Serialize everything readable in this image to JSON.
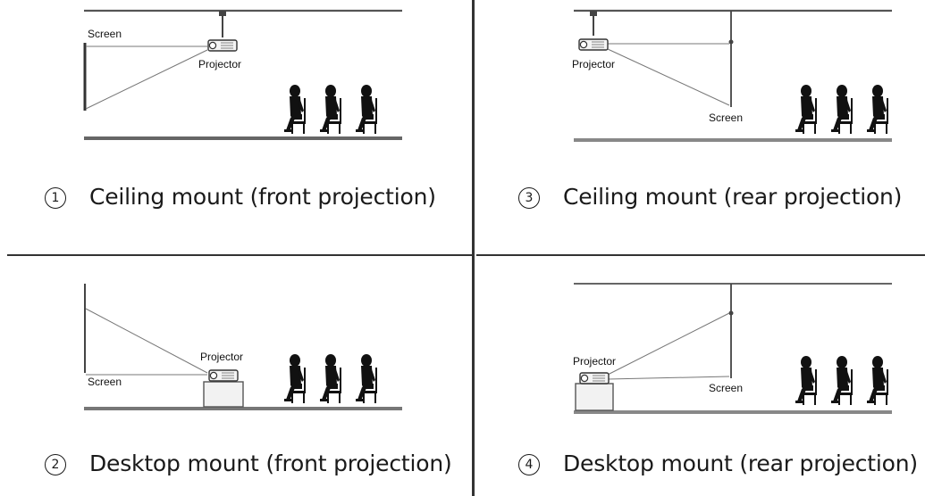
{
  "labels": {
    "screen": "Screen",
    "projector": "Projector"
  },
  "panels": [
    {
      "number": "1",
      "caption": "Ceiling mount (front projection)"
    },
    {
      "number": "2",
      "caption": "Desktop mount (front projection)"
    },
    {
      "number": "3",
      "caption": "Ceiling mount (rear projection)"
    },
    {
      "number": "4",
      "caption": "Desktop mount (rear projection)"
    }
  ]
}
